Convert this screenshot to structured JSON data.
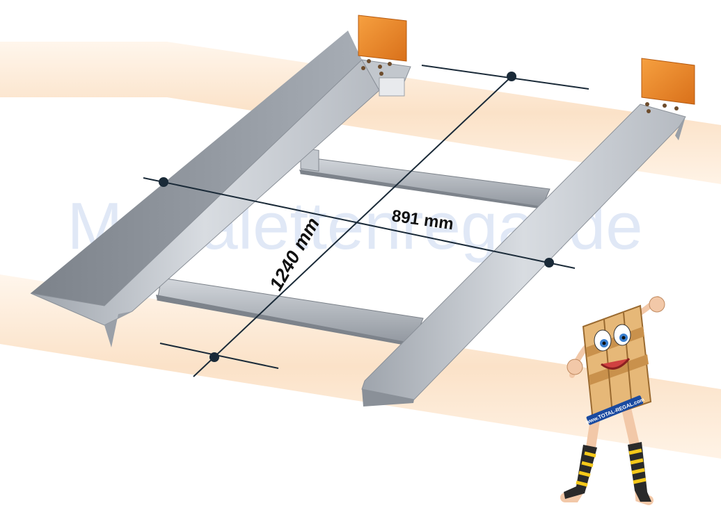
{
  "watermark": {
    "text": "McPalettenregal.de",
    "color": "#c8d6f0"
  },
  "dimensions": {
    "depth_label": "1240 mm",
    "width_label": "891 mm"
  },
  "mascot": {
    "sign_text": "www.TOTAL-REGAL.com"
  },
  "colors": {
    "beam": "#fbe2c8",
    "rail_light": "#c9cdd3",
    "rail_dark": "#8e949c",
    "cross_bar": "#b8bdc4",
    "end_plate": "#f08a2a",
    "dimension_line": "#1a2a38"
  }
}
